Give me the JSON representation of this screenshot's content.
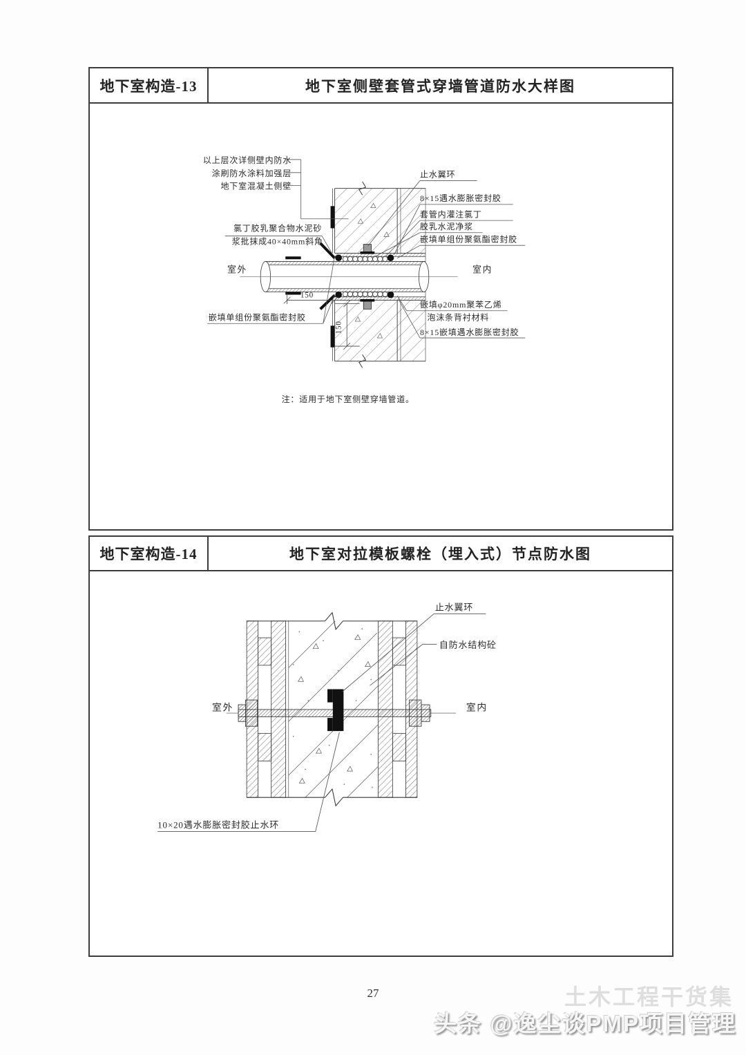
{
  "page": {
    "number": "27",
    "watermark_faint": "土木工程干货集",
    "watermark_main": "头条 @逸尘谈PMP项目管理"
  },
  "section1": {
    "code": "地下室构造-13",
    "title": "地下室侧壁套管式穿墙管道防水大样图",
    "note": "注：适用于地下室侧壁穿墙管道。",
    "labels": {
      "l1": "以上层次详侧壁内防水",
      "l2": "涂刷防水涂料加强层",
      "l3": "地下室混凝土侧壁",
      "l4": "氯丁胶乳聚合物水泥砂",
      "l5": "浆批抹成40×40mm斜角",
      "outdoor": "室外",
      "l6": "嵌填单组份聚氨酯密封胶",
      "r1": "止水翼环",
      "r2": "8×15遇水膨胀密封胶",
      "r3": "套管内灌注氯丁",
      "r4": "胶乳水泥净浆",
      "r5": "嵌填单组份聚氨酯密封胶",
      "indoor": "室内",
      "r6": "嵌填φ20mm聚苯乙烯",
      "r7": "泡沫条背衬材料",
      "r8": "8×15嵌填遇水膨胀密封胶",
      "dim_h": "150",
      "dim_v": "150"
    }
  },
  "section2": {
    "code": "地下室构造-14",
    "title": "地下室对拉模板螺栓（埋入式）节点防水图",
    "labels": {
      "r1": "止水翼环",
      "r2": "自防水结构砼",
      "outdoor": "室外",
      "indoor": "室内",
      "b1": "10×20遇水膨胀密封胶止水环"
    }
  }
}
